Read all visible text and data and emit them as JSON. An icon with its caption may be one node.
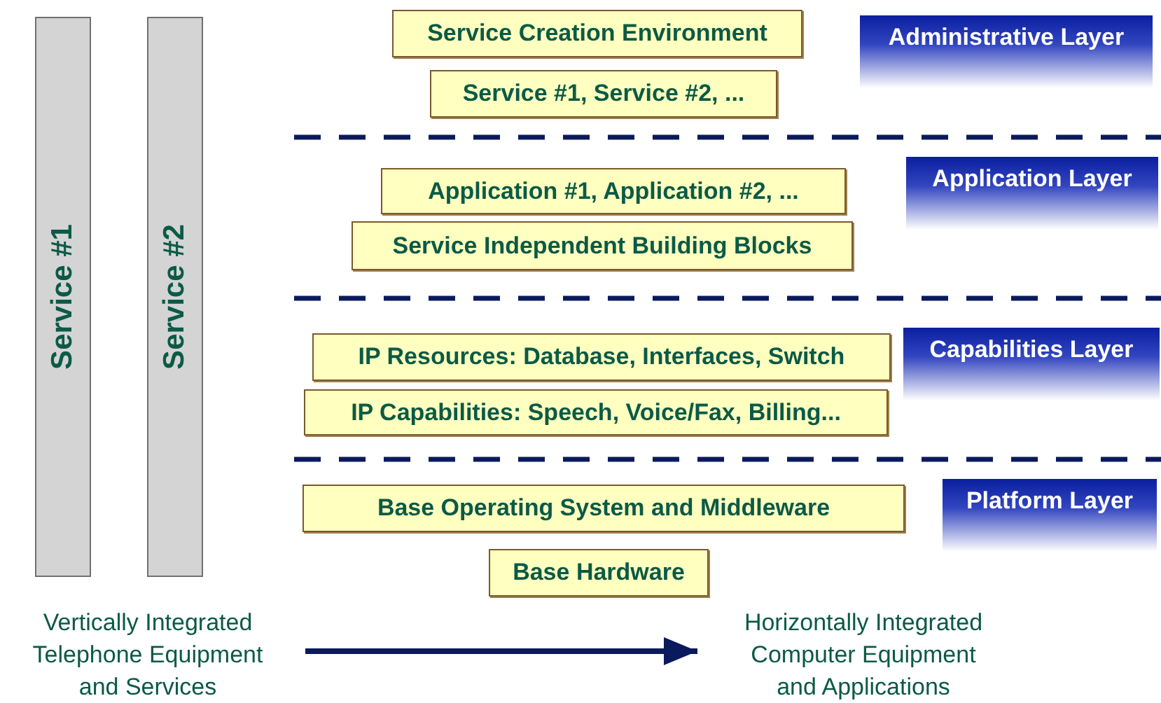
{
  "diagram": {
    "nodes": [
      {
        "text": [
          "Service #1"
        ]
      },
      {
        "text": [
          "Service #2"
        ]
      },
      {
        "text": [
          "Service Creation Environment"
        ]
      },
      {
        "text": [
          "Service #1, Service #2, ..."
        ]
      },
      {
        "text": [
          "Administrative Layer"
        ]
      },
      {
        "text": [
          "Application #1, Application #2, ..."
        ]
      },
      {
        "text": [
          "Application Layer"
        ]
      },
      {
        "text": [
          "Service Independent Building Blocks"
        ]
      },
      {
        "text": [
          "IP Resources: Database, Interfaces, Switch"
        ]
      },
      {
        "text": [
          "Capabilities Layer"
        ]
      },
      {
        "text": [
          "IP Capabilities: Speech, Voice/Fax, Billing..."
        ]
      },
      {
        "text": [
          "Base Operating System and Middleware"
        ]
      },
      {
        "text": [
          "Platform Layer"
        ]
      },
      {
        "text": [
          "Base Hardware"
        ]
      },
      {
        "text": [
          "Vertically Integrated Telephone Equipment and Services"
        ]
      },
      {
        "text": [
          "Horizontally Integrated Computer Equipment and Applications"
        ]
      }
    ],
    "edges": [
      {
        "from": 14,
        "to": 15,
        "arrow": "to"
      }
    ]
  }
}
